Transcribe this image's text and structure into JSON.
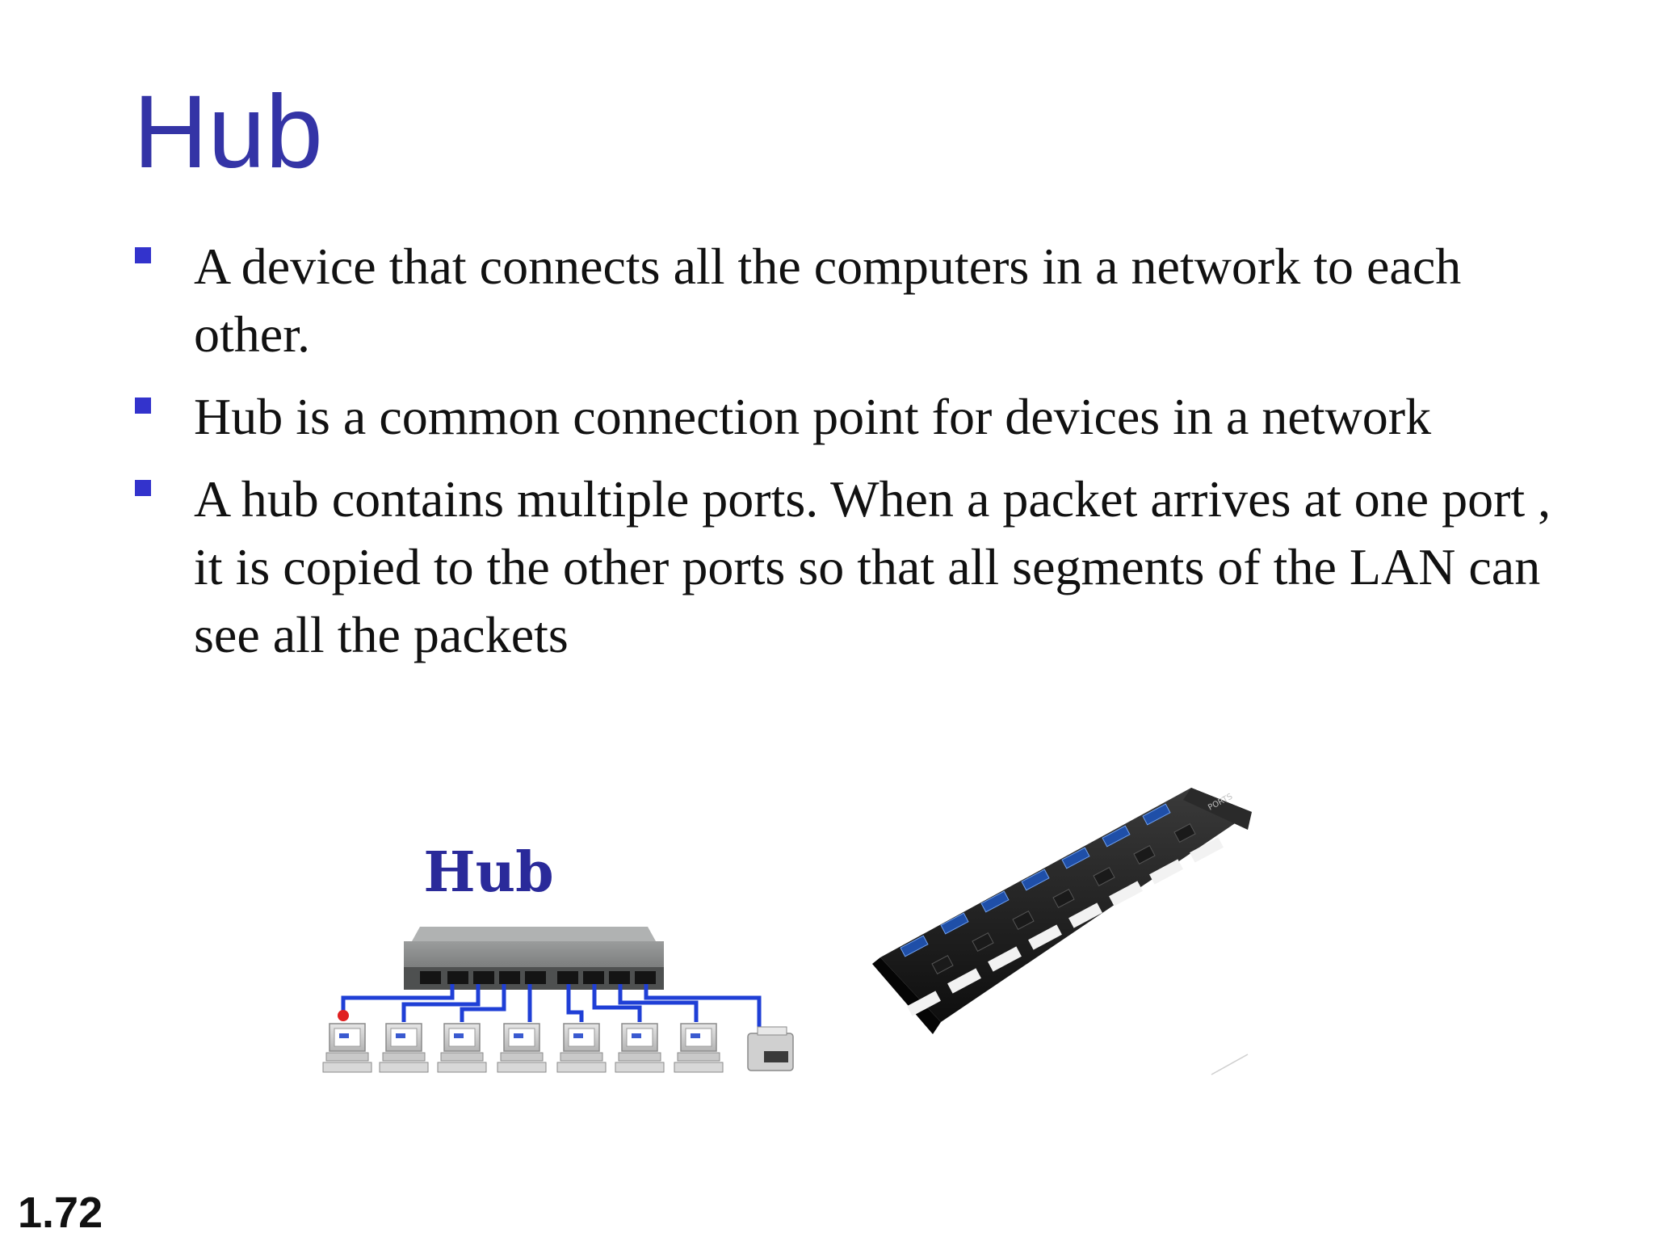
{
  "slide": {
    "title": "Hub",
    "bullets": [
      {
        "text": "A device that connects all the computers in a network to each other."
      },
      {
        "text": "Hub is a common connection point for devices in a network"
      },
      {
        "text": "A hub contains multiple ports. When a packet arrives at one port , it is copied to the other ports so that all segments of the LAN can see all the packets"
      }
    ],
    "figure": {
      "diagram_label": "Hub",
      "usb_hub_label": "PORTS",
      "icons": [
        "network-hub-icon",
        "computer-icon",
        "printer-icon",
        "usb-hub-icon"
      ]
    },
    "page_number": "1.72"
  },
  "colors": {
    "title": "#3434a6",
    "bullet_marker": "#3333cc",
    "cable": "#1f3fd6",
    "hub_body": "#6e7070"
  }
}
